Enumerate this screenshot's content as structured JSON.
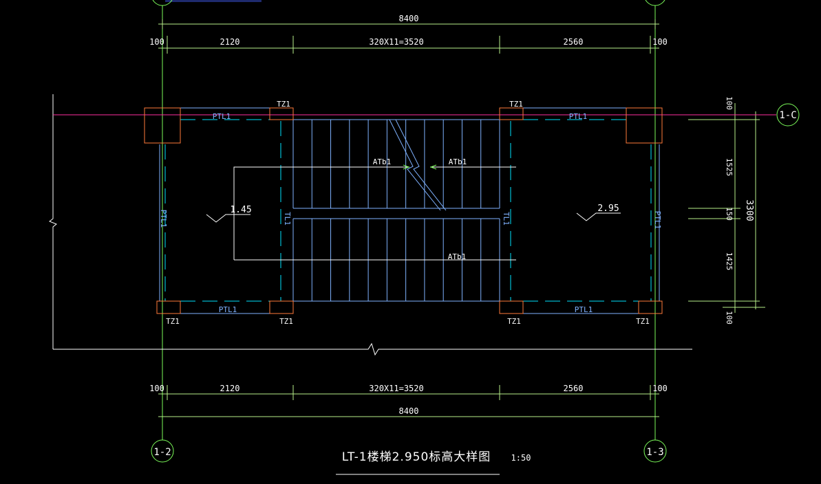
{
  "colors": {
    "background": "#000000",
    "dimension": "#b8f08a",
    "axis": "#7cfc5a",
    "stair": "#7fb2ff",
    "beam_label": "#7fb2ff",
    "column": "#ff7a3a",
    "slab_edge": "#ff2ea0",
    "landing_level": "#ffffff",
    "cyan": "#00e5ff",
    "white": "#ffffff",
    "accent_top": "#1e2a6e"
  },
  "dimensions": {
    "overall_top": "8400",
    "overall_bottom": "8400",
    "top_chain": [
      "100",
      "2120",
      "320X11=3520",
      "2560",
      "100"
    ],
    "bottom_chain": [
      "100",
      "2120",
      "320X11=3520",
      "2560",
      "100"
    ],
    "right_chain": [
      "100",
      "1525",
      "150",
      "1425",
      "100"
    ],
    "right_overall": "3300"
  },
  "axes": {
    "left": "1-2",
    "right": "1-3",
    "side": "1-C"
  },
  "columns": {
    "top_left": "TZ1",
    "top_right": "TZ1",
    "bottom_left_outer": "TZ1",
    "bottom_left_inner": "TZ1",
    "bottom_right_inner": "TZ1",
    "bottom_right_outer": "TZ1"
  },
  "beams": {
    "ptl_top_left": "PTL1",
    "ptl_top_right": "PTL1",
    "ptl_bottom_left": "PTL1",
    "ptl_bottom_right": "PTL1",
    "ptl_side_left": "PTL1",
    "ptl_side_right": "PTL1",
    "tl_left": "TL1",
    "tl_right": "TL1"
  },
  "flights": {
    "upper_left": "ATb1",
    "upper_right": "ATb1",
    "lower": "ATb1"
  },
  "levels": {
    "left": "1.45",
    "right": "2.95"
  },
  "title": {
    "main": "LT-1楼梯2.950标高大样图",
    "scale": "1:50"
  }
}
